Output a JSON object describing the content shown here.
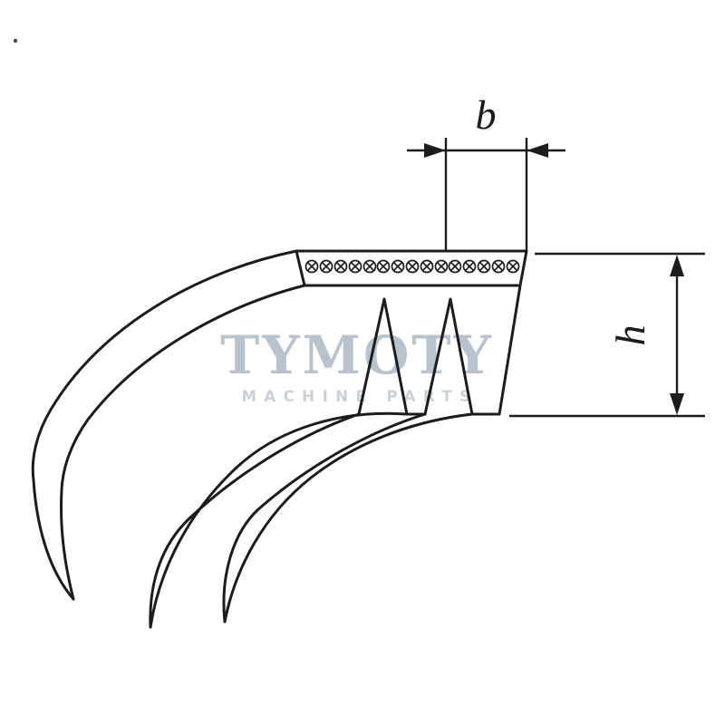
{
  "diagram": {
    "subject": "ribbed-v-belt-cross-section",
    "line_color": "#1c1c1c",
    "background": "#ffffff",
    "crosshatch_symbol": "circled-x",
    "crosshatch_symbol_count": 15,
    "visible_rib_grooves": 2
  },
  "labels": {
    "width": "b",
    "height": "h"
  },
  "watermark": {
    "name": "TYMOTY",
    "tagline": "MACHINE PARTS",
    "name_color": "#b7c3cf",
    "tagline_color": "#c8d2db"
  }
}
